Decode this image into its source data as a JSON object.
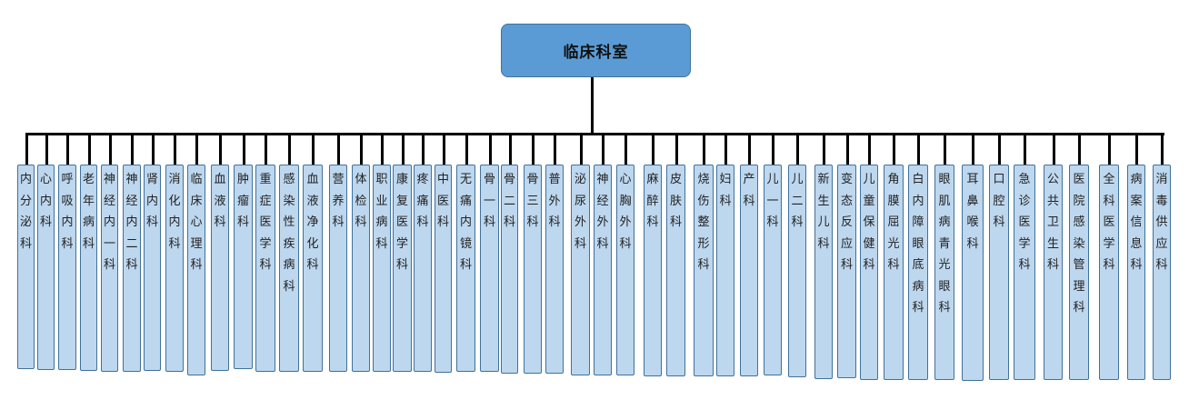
{
  "root": {
    "label": "临床科室"
  },
  "departments": [
    "内分泌科",
    "心内科",
    "呼吸内科",
    "老年病科",
    "神经内一科",
    "神经内二科",
    "肾内科",
    "消化内科",
    "临床心理科",
    "血液科",
    "肿瘤科",
    "重症医学科",
    "感染性疾病科",
    "血液净化科",
    "营养科",
    "体检科",
    "职业病科",
    "康复医学科",
    "疼痛科",
    "中医科",
    "无痛内镜科",
    "骨一科",
    "骨二科",
    "骨三科",
    "普外科",
    "泌尿外科",
    "神经外科",
    "心胸外科",
    "麻醉科",
    "皮肤科",
    "烧伤整形科",
    "妇科",
    "产科",
    "儿一科",
    "儿二科",
    "新生儿科",
    "变态反应科",
    "儿童保健科",
    "角膜屈光科",
    "白内障眼底病科",
    "眼肌病青光眼科",
    "耳鼻喉科",
    "口腔科",
    "急诊医学科",
    "公共卫生科",
    "医院感染管理科",
    "全科医学科",
    "病案信息科",
    "消毒供应科"
  ],
  "colors": {
    "root_fill": "#5b9bd5",
    "dept_fill": "#bdd7ee",
    "border": "#41719c",
    "connector": "#000000"
  }
}
